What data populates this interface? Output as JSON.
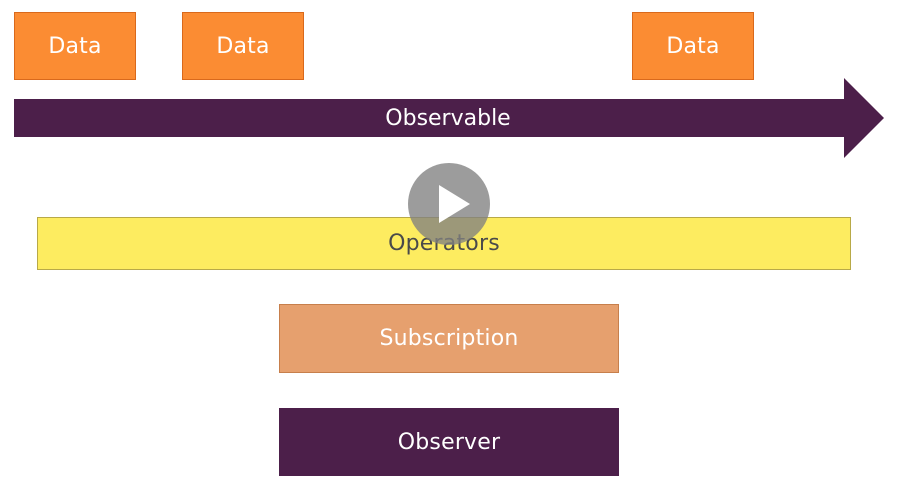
{
  "diagram": {
    "data_items": [
      {
        "label": "Data"
      },
      {
        "label": "Data"
      },
      {
        "label": "Data"
      }
    ],
    "observable": {
      "label": "Observable"
    },
    "operators": {
      "label": "Operators"
    },
    "subscription": {
      "label": "Subscription"
    },
    "observer": {
      "label": "Observer"
    }
  },
  "colors": {
    "data": "#fb8c33",
    "observable": "#4c1f4a",
    "operators": "#fdec60",
    "subscription": "#e6a06e",
    "observer": "#4c1f4a",
    "play_overlay": "#808080"
  },
  "video": {
    "play_icon": "play-icon"
  }
}
